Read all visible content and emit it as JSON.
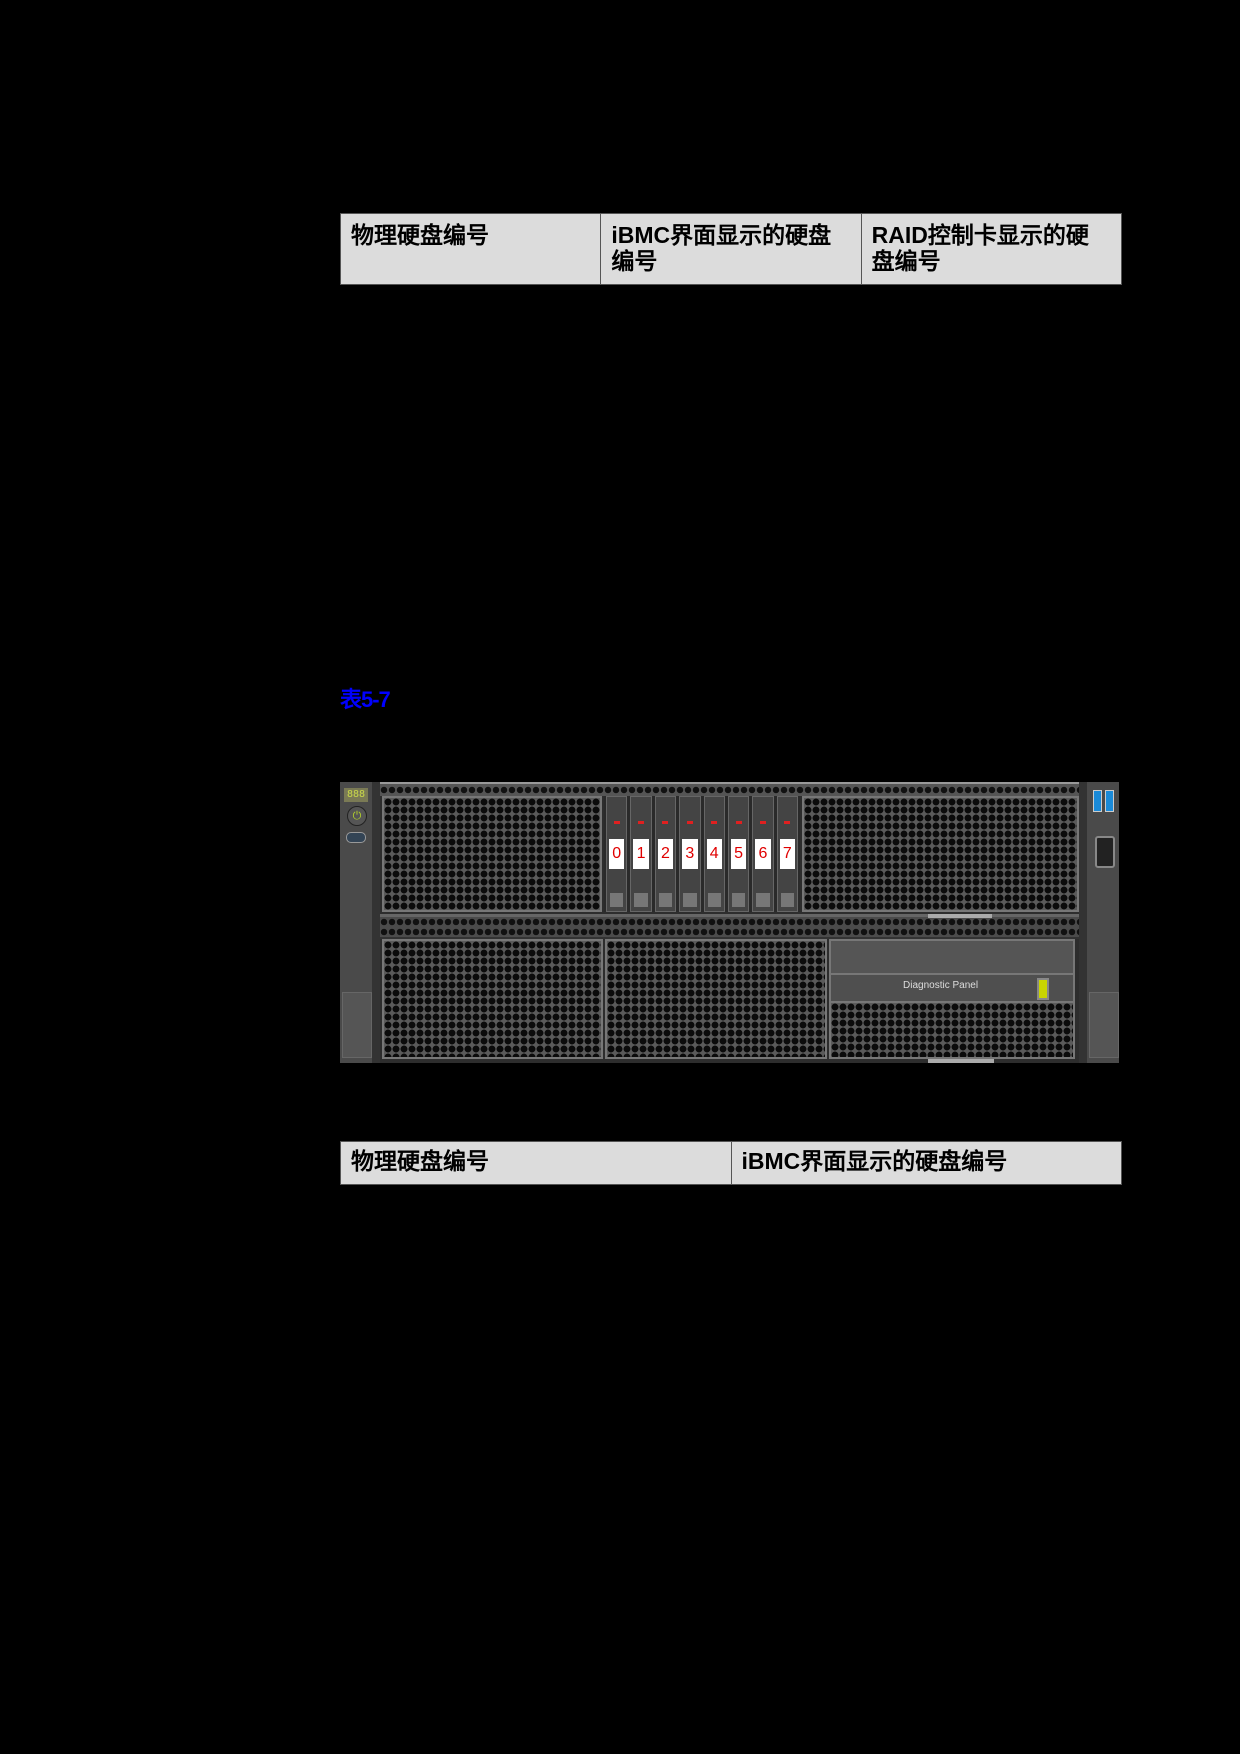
{
  "table1": {
    "headers": [
      "物理硬盘编号",
      "iBMC界面显示的硬盘编号",
      "RAID控制卡显示的硬盘编号"
    ]
  },
  "caption": "表5-7",
  "figure": {
    "lcd_display": "888",
    "power_icon": "power-icon",
    "drive_slots": [
      "0",
      "1",
      "2",
      "3",
      "4",
      "5",
      "6",
      "7"
    ],
    "diagnostic_panel_label": "Diagnostic Panel",
    "colors": {
      "slot_label": "#e00000",
      "caption": "#0000ff",
      "diag_led": "#c9d400",
      "usb": "#1a8ad8"
    }
  },
  "table2": {
    "headers": [
      "物理硬盘编号",
      "iBMC界面显示的硬盘编号"
    ]
  }
}
